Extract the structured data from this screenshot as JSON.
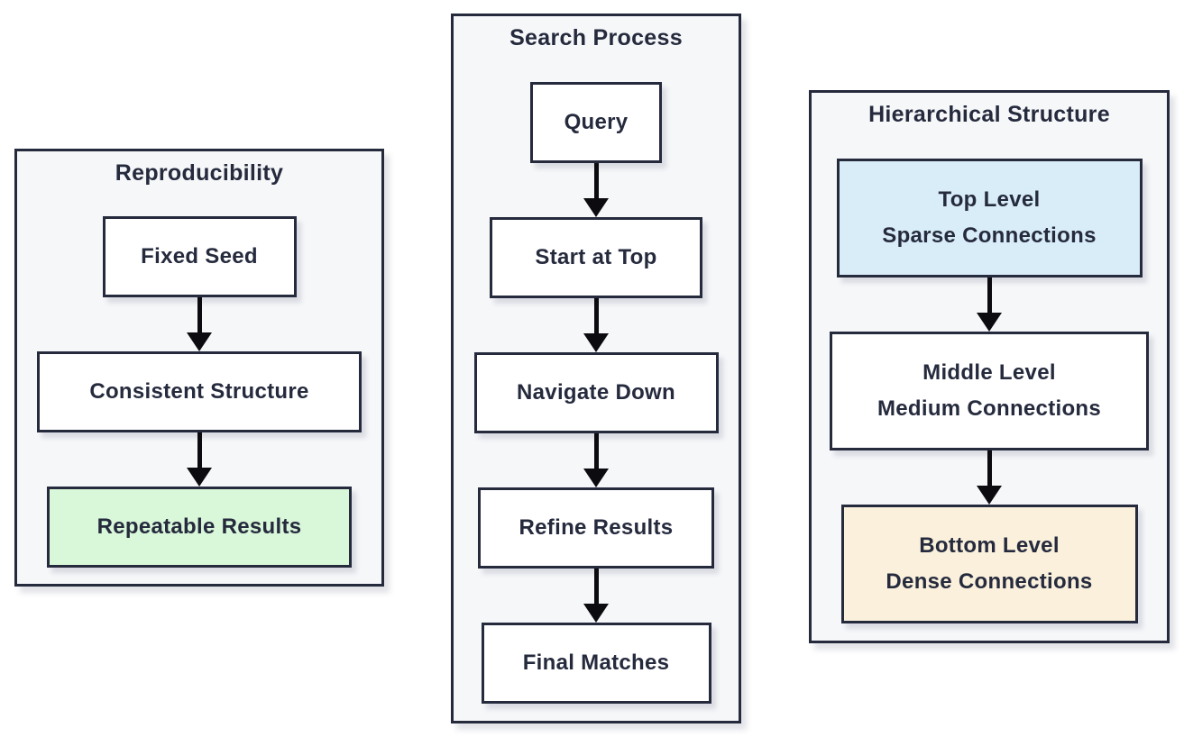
{
  "diagram": {
    "panels": [
      {
        "title": "Reproducibility",
        "nodes": [
          {
            "lines": [
              "Fixed Seed"
            ]
          },
          {
            "lines": [
              "Consistent Structure"
            ]
          },
          {
            "lines": [
              "Repeatable Results"
            ],
            "highlight": "green"
          }
        ]
      },
      {
        "title": "Search Process",
        "nodes": [
          {
            "lines": [
              "Query"
            ]
          },
          {
            "lines": [
              "Start at Top"
            ]
          },
          {
            "lines": [
              "Navigate Down"
            ]
          },
          {
            "lines": [
              "Refine Results"
            ]
          },
          {
            "lines": [
              "Final Matches"
            ]
          }
        ]
      },
      {
        "title": "Hierarchical Structure",
        "nodes": [
          {
            "lines": [
              "Top Level",
              "Sparse Connections"
            ],
            "highlight": "blue"
          },
          {
            "lines": [
              "Middle Level",
              "Medium Connections"
            ]
          },
          {
            "lines": [
              "Bottom Level",
              "Dense Connections"
            ],
            "highlight": "tan"
          }
        ]
      }
    ]
  },
  "colors": {
    "page-bg": "#ffffff",
    "panel-bg": "#f6f7f9",
    "border": "#252a3d",
    "text": "#252a3d",
    "arrow": "#0c0c10",
    "node-white": "#ffffff",
    "node-green": "#d9f7d9",
    "node-blue": "#d9edf8",
    "node-tan": "#faf0dc",
    "shadow": "rgba(73,80,110,0.16)"
  }
}
